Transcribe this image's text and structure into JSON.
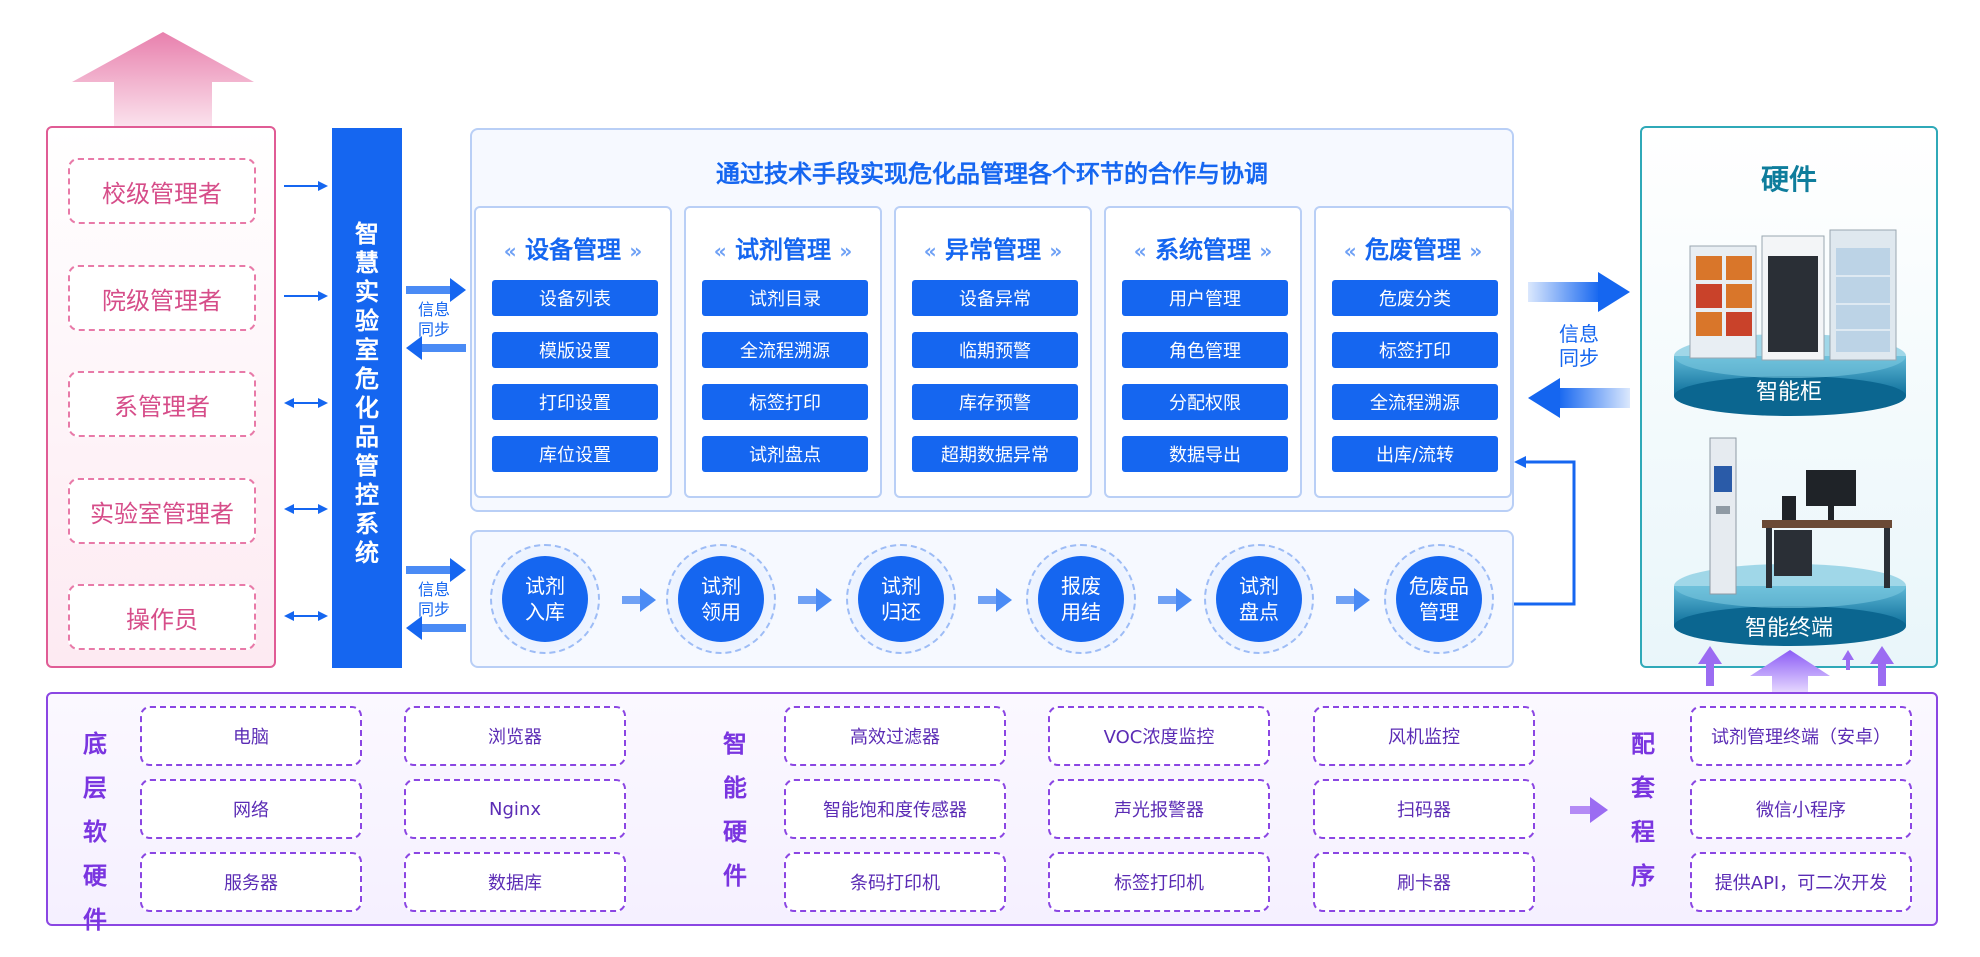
{
  "roles": [
    "校级管理者",
    "院级管理者",
    "系管理者",
    "实验室管理者",
    "操作员"
  ],
  "system_name": "智慧实验室危化品管控系统",
  "sync_label": "信息同步",
  "main_title": "通过技术手段实现危化品管理各个环节的合作与协调",
  "modules": [
    {
      "title": "设备管理",
      "items": [
        "设备列表",
        "模版设置",
        "打印设置",
        "库位设置"
      ]
    },
    {
      "title": "试剂管理",
      "items": [
        "试剂目录",
        "全流程溯源",
        "标签打印",
        "试剂盘点"
      ]
    },
    {
      "title": "异常管理",
      "items": [
        "设备异常",
        "临期预警",
        "库存预警",
        "超期数据异常"
      ]
    },
    {
      "title": "系统管理",
      "items": [
        "用户管理",
        "角色管理",
        "分配权限",
        "数据导出"
      ]
    },
    {
      "title": "危废管理",
      "items": [
        "危废分类",
        "标签打印",
        "全流程溯源",
        "出库/流转"
      ]
    }
  ],
  "flow_steps": [
    [
      "试剂",
      "入库"
    ],
    [
      "试剂",
      "领用"
    ],
    [
      "试剂",
      "归还"
    ],
    [
      "报废",
      "用结"
    ],
    [
      "试剂",
      "盘点"
    ],
    [
      "危废品",
      "管理"
    ]
  ],
  "hardware": {
    "title": "硬件",
    "devices": [
      "智能柜",
      "智能终端"
    ]
  },
  "bottom": {
    "categories": [
      "底层软硬件",
      "智能硬件",
      "配套程序"
    ],
    "software": [
      [
        "电脑",
        "浏览器"
      ],
      [
        "网络",
        "Nginx"
      ],
      [
        "服务器",
        "数据库"
      ]
    ],
    "smart_hw": [
      [
        "高效过滤器",
        "VOC浓度监控",
        "风机监控"
      ],
      [
        "智能饱和度传感器",
        "声光报警器",
        "扫码器"
      ],
      [
        "条码打印机",
        "标签打印机",
        "刷卡器"
      ]
    ],
    "programs": [
      "试剂管理终端（安卓）",
      "微信小程序",
      "提供API，可二次开发"
    ]
  },
  "colors": {
    "primary": "#1566f0",
    "pink": "#e05c95",
    "purple": "#8b46e3",
    "teal": "#2fa9b8"
  }
}
